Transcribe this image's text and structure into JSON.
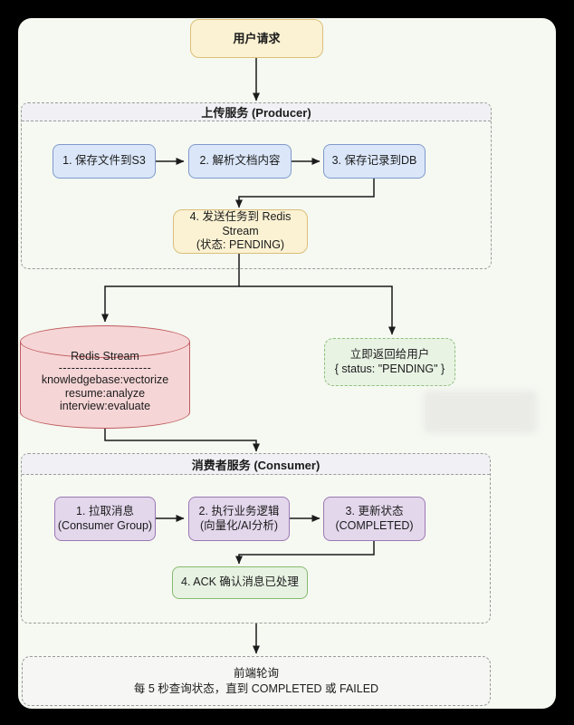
{
  "diagram": {
    "user_request": "用户请求",
    "producer": {
      "title": "上传服务 (Producer)",
      "step1": "1. 保存文件到S3",
      "step2": "2. 解析文档内容",
      "step3": "3. 保存记录到DB",
      "step4_line1": "4. 发送任务到 Redis",
      "step4_line2": "Stream",
      "step4_line3": "(状态: PENDING)"
    },
    "redis_stream": {
      "title": "Redis Stream",
      "separator": "----------------------",
      "topics": [
        "knowledgebase:vectorize",
        "resume:analyze",
        "interview:evaluate"
      ]
    },
    "return_box": {
      "line1": "立即返回给用户",
      "line2": "{ status: \"PENDING\" }"
    },
    "consumer": {
      "title": "消费者服务 (Consumer)",
      "step1_line1": "1. 拉取消息",
      "step1_line2": "(Consumer Group)",
      "step2_line1": "2. 执行业务逻辑",
      "step2_line2": "(向量化/AI分析)",
      "step3_line1": "3. 更新状态",
      "step3_line2": "(COMPLETED)",
      "ack": "4. ACK 确认消息已处理"
    },
    "frontend_polling": {
      "line1": "前端轮询",
      "line2": "每 5 秒查询状态，直到 COMPLETED 或 FAILED"
    }
  },
  "colors": {
    "canvas_frame": "#000000",
    "panel_background": "#f5f9f1",
    "yellow_fill": "#fbf2d3",
    "yellow_border": "#dcbe7a",
    "blue_fill": "#dbe7f9",
    "blue_border": "#8099cc",
    "purple_fill": "#e3d7ec",
    "purple_border": "#9c77b3",
    "green_fill": "#e7f2e2",
    "green_border": "#87ba70",
    "red_fill": "#f6d5d6",
    "red_border": "#bf5b5e",
    "container_header_fill": "#f0f0f5",
    "edge_color": "#1b1b1b"
  }
}
